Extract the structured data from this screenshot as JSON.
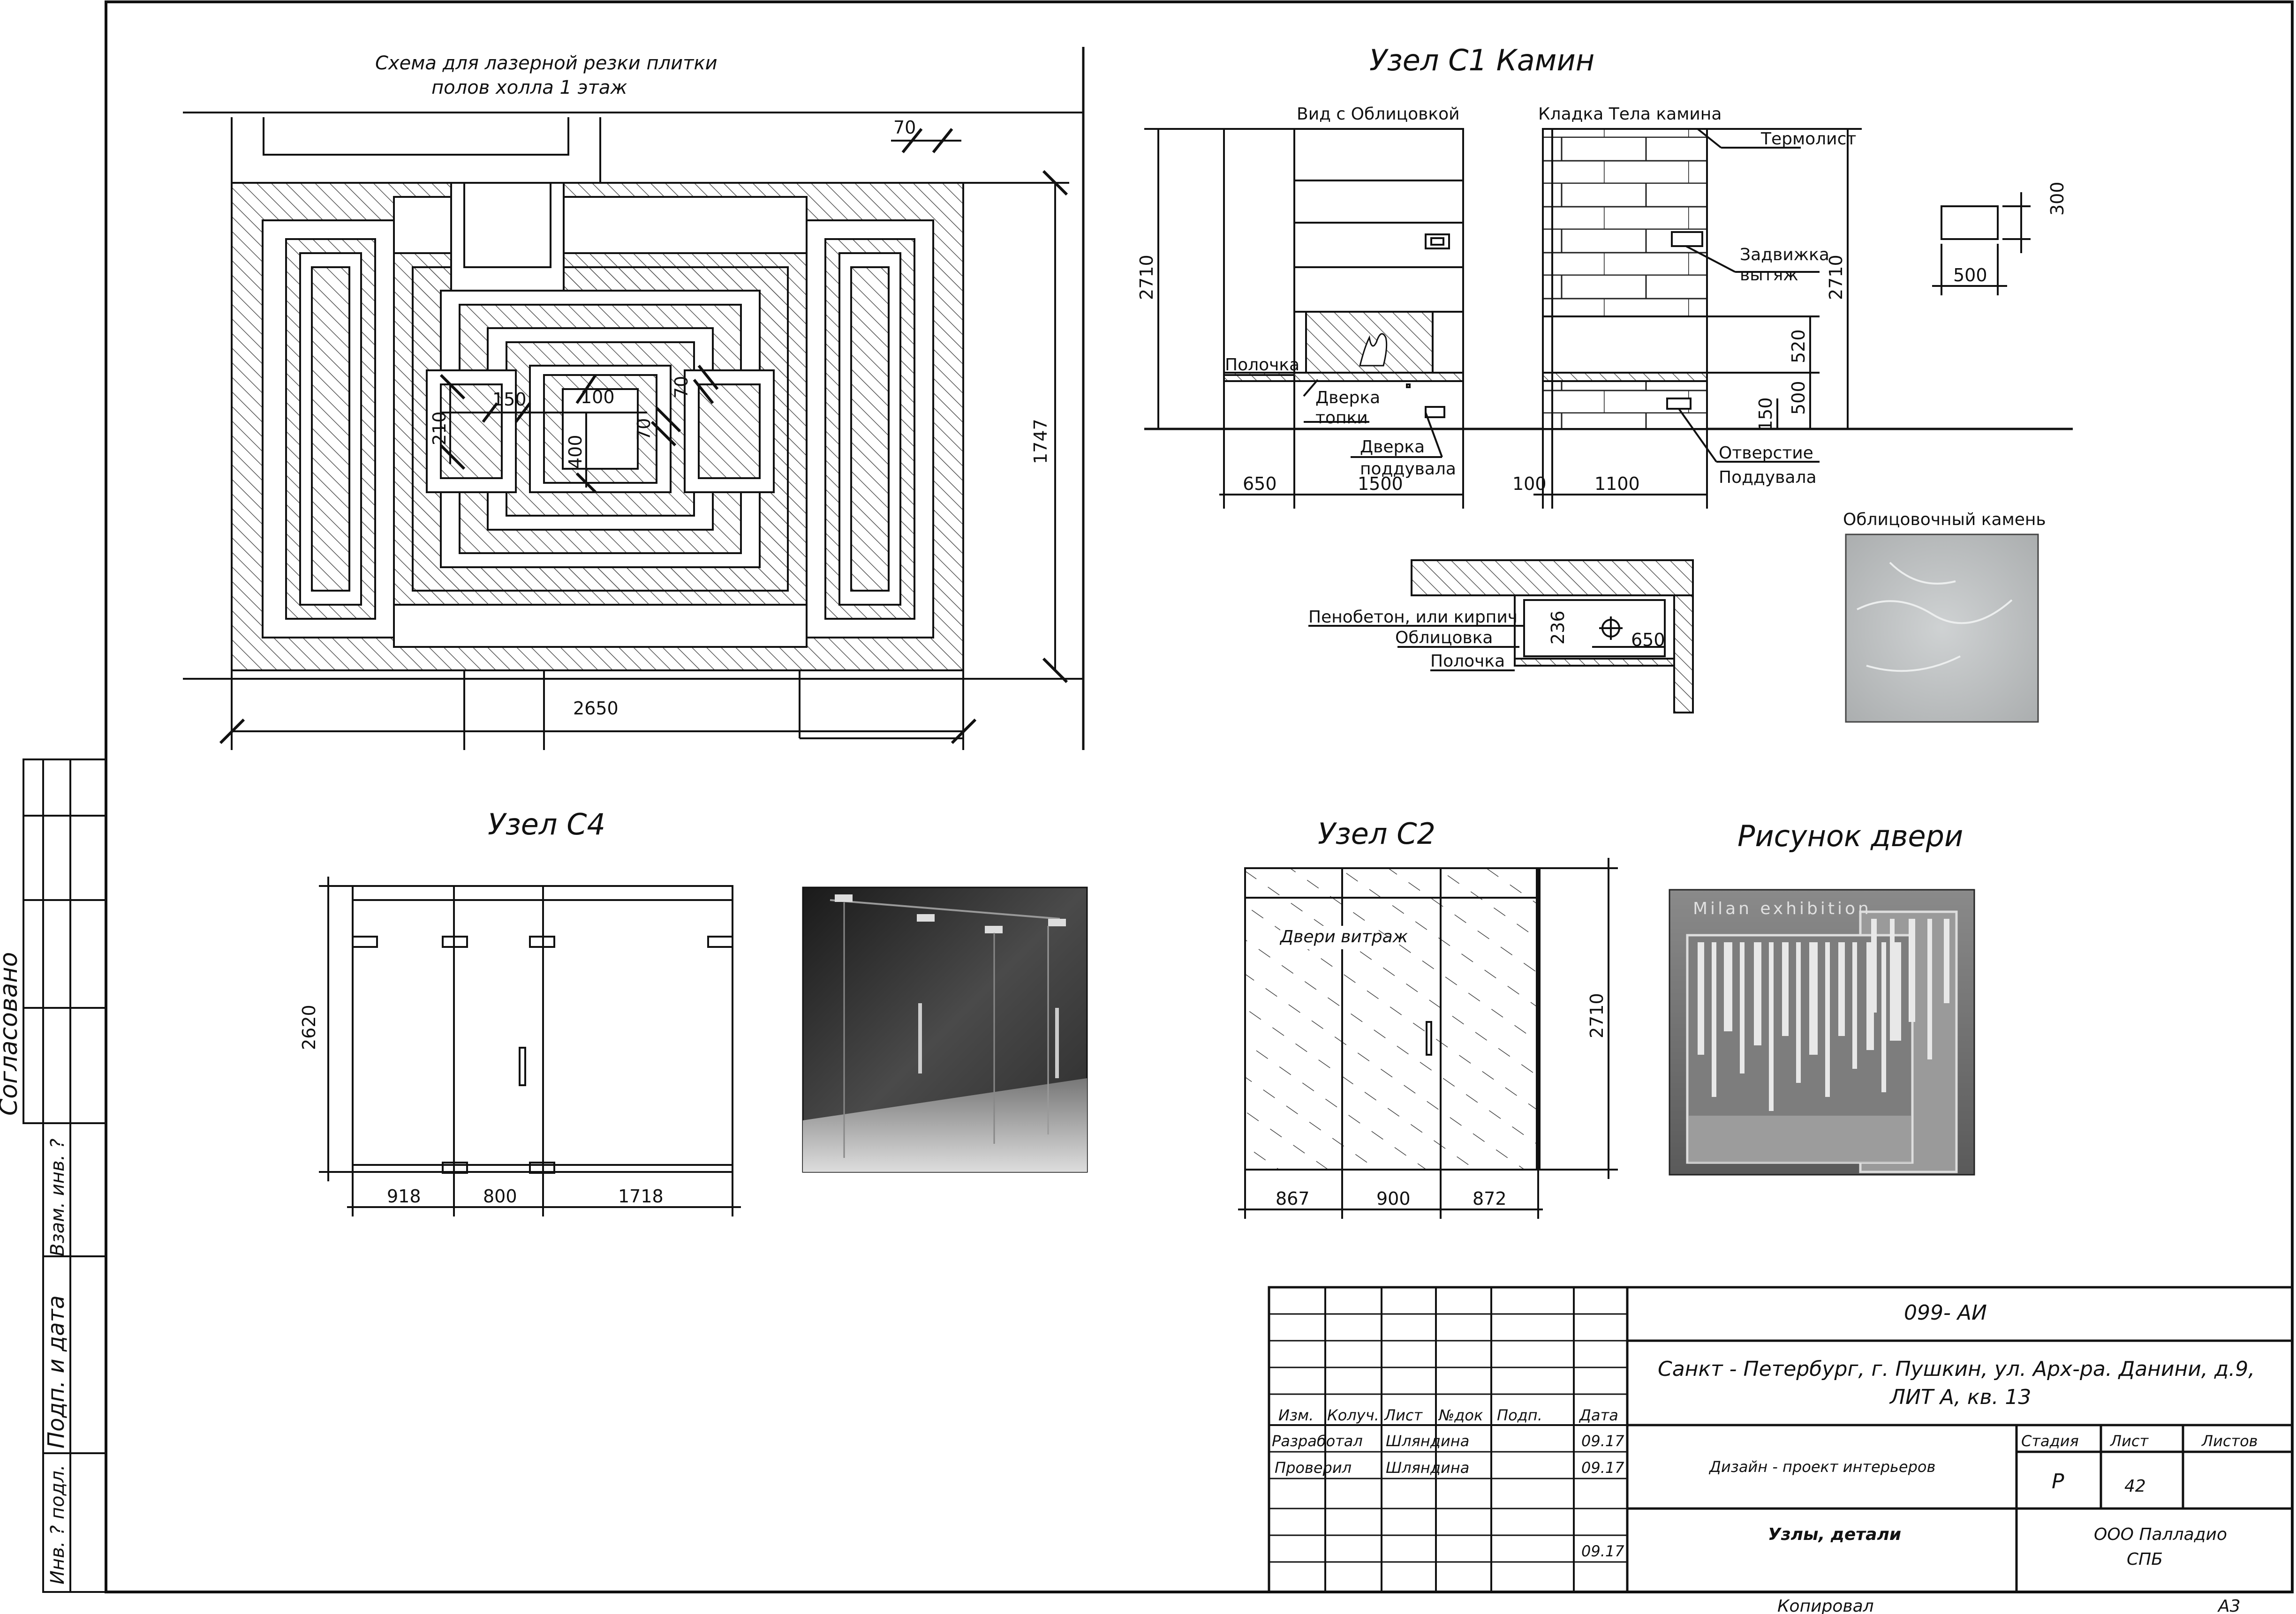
{
  "colors": {
    "ink": "#111111",
    "hatch": "#555555",
    "glass_dark": "#2b2b2b",
    "stone": "#b9bcbd",
    "poster_bg": "#6f6f6f"
  },
  "hall": {
    "title_line1": "Схема для лазерной резки плитки",
    "title_line2": "полов холла 1 этаж",
    "dim_70": "70",
    "dim_1747": "1747",
    "dim_2650": "2650",
    "dim_150": "150",
    "dim_100": "100",
    "dim_210": "210",
    "dim_400": "400",
    "dim_70b": "70",
    "dim_70c": "70"
  },
  "c1": {
    "title": "Узел С1   Камин",
    "view_facing": "Вид с Облицовкой",
    "view_masonry": "Кладка Тела камина",
    "termolist": "Термолист",
    "zadvizhka1": "Задвижка",
    "zadvizhka2": "вытяж",
    "polochka": "Полочка",
    "dverka_topki1": "Дверка",
    "dverka_topki2": "топки",
    "dverka_podd1": "Дверка",
    "dverka_podd2": "поддувала",
    "otverstie1": "Отверстие",
    "otverstie2": "Поддувала",
    "dim_2710a": "2710",
    "dim_2710b": "2710",
    "dim_520": "520",
    "dim_500": "500",
    "dim_150": "150",
    "dim_650": "650",
    "dim_1500": "1500",
    "dim_100": "100",
    "dim_1100": "1100",
    "dim_300": "300",
    "dim_500b": "500",
    "plan_penobeton": "Пенобетон, или кирпич",
    "plan_oblitsovka": "Облицовка",
    "plan_polochka": "Полочка",
    "plan_dim_236": "236",
    "plan_dim_650": "650",
    "stone_label": "Облицовочный камень"
  },
  "c4": {
    "title": "Узел С4",
    "dim_2620": "2620",
    "dim_918": "918",
    "dim_800": "800",
    "dim_1718": "1718"
  },
  "c2": {
    "title": "Узел С2",
    "door_label": "Двери витраж",
    "dim_2710": "2710",
    "dim_867": "867",
    "dim_900": "900",
    "dim_872": "872"
  },
  "door_picture": {
    "title": "Рисунок двери",
    "poster_text": "Milan exhibition"
  },
  "side": {
    "agreed": "Согласовано",
    "inv_vzam": "Взам. инв. ?",
    "podp_data": "Подп. и дата",
    "inv_podl": "Инв. ? подл."
  },
  "titleblock": {
    "code": "099- АИ",
    "address1": "Санкт - Петербург, г. Пушкин,  ул. Арх-ра. Данини, д.9,",
    "address2": "ЛИТ А, кв. 13",
    "col_izm": "Изм.",
    "col_kolich": "Колуч.",
    "col_list": "Лист",
    "col_ndok": "№док",
    "col_podp": "Подп.",
    "col_data": "Дата",
    "row_razrab": "Разработал",
    "row_razrab_name": "Шляндина",
    "row_razrab_date": "09.17",
    "row_prov": "Проверил",
    "row_prov_name": "Шляндина",
    "row_prov_date": "09.17",
    "row_last_date": "09.17",
    "project": "Дизайн - проект интерьеров",
    "stadiya_h": "Стадия",
    "list_h": "Лист",
    "listov_h": "Листов",
    "stadiya": "Р",
    "list": "42",
    "sheet_title": "Узлы, детали",
    "org1": "ООО Палладио",
    "org2": "СПБ",
    "kopiroval": "Копировал",
    "format": "А3"
  }
}
